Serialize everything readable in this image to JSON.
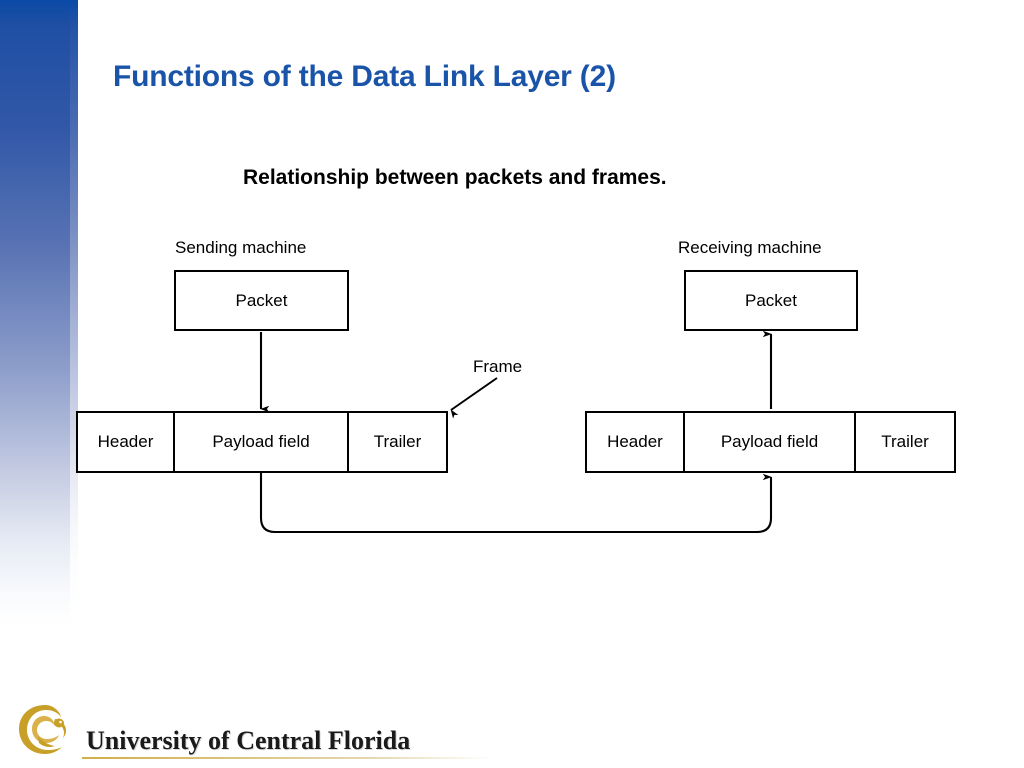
{
  "slide": {
    "title": "Functions of the Data Link Layer (2)",
    "subtitle": "Relationship between packets and frames.",
    "title_color": "#1a54a8"
  },
  "diagram": {
    "frame_callout": "Frame",
    "sending": {
      "machine_label": "Sending machine",
      "packet_label": "Packet",
      "frame_cells": [
        "Header",
        "Payload field",
        "Trailer"
      ]
    },
    "receiving": {
      "machine_label": "Receiving machine",
      "packet_label": "Packet",
      "frame_cells": [
        "Header",
        "Payload field",
        "Trailer"
      ]
    }
  },
  "footer": {
    "institution": "University of Central Florida",
    "logo_color": "#c8a028"
  }
}
